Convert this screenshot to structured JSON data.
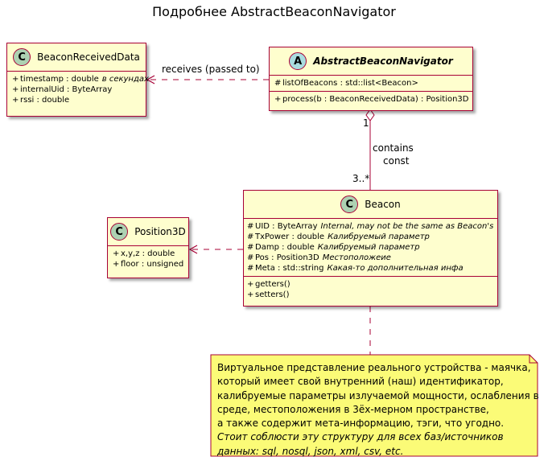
{
  "title": "Подробнее AbstractBeaconNavigator",
  "colors": {
    "class_fill": "#FEFECE",
    "class_border": "#A80036",
    "class_icon_c": "#ADD1B2",
    "class_icon_a": "#A9DCDF",
    "note_fill": "#FBFB77"
  },
  "classes": {
    "beacon_received_data": {
      "stereotype": "C",
      "name": "BeaconReceivedData",
      "fields": [
        {
          "vis": "+",
          "text": "timestamp : double",
          "comment": "в секундах"
        },
        {
          "vis": "+",
          "text": "internalUid : ByteArray",
          "comment": ""
        },
        {
          "vis": "+",
          "text": "rssi : double",
          "comment": ""
        }
      ]
    },
    "abstract_beacon_navigator": {
      "stereotype": "A",
      "name": "AbstractBeaconNavigator",
      "fields": [
        {
          "vis": "#",
          "text": "listOfBeacons : std::list<Beacon>",
          "comment": ""
        }
      ],
      "methods": [
        {
          "vis": "+",
          "text": "process(b : BeaconReceivedData) : Position3D",
          "comment": ""
        }
      ]
    },
    "beacon": {
      "stereotype": "C",
      "name": "Beacon",
      "fields": [
        {
          "vis": "#",
          "text": "UID : ByteArray",
          "comment": "Internal, may not be the same as Beacon's"
        },
        {
          "vis": "#",
          "text": "TxPower : double",
          "comment": "Калибруемый параметр"
        },
        {
          "vis": "#",
          "text": "Damp : double",
          "comment": "Калибруемый параметр"
        },
        {
          "vis": "#",
          "text": "Pos : Position3D",
          "comment": "Местоположеие"
        },
        {
          "vis": "#",
          "text": "Meta : std::string",
          "comment": "Какая-то дополнительная инфа"
        }
      ],
      "methods": [
        {
          "vis": "+",
          "text": "getters()",
          "comment": ""
        },
        {
          "vis": "+",
          "text": "setters()",
          "comment": ""
        }
      ]
    },
    "position3d": {
      "stereotype": "C",
      "name": "Position3D",
      "fields": [
        {
          "vis": "+",
          "text": "x,y,z : double",
          "comment": ""
        },
        {
          "vis": "+",
          "text": "floor : unsigned",
          "comment": ""
        }
      ]
    }
  },
  "relations": {
    "receives": "receives (passed to)",
    "contains_line1": "contains",
    "contains_line2": "const",
    "mult_top": "1",
    "mult_bottom": "3..*"
  },
  "note": {
    "lines": [
      "Виртуальное представление реального устройства - маячка,",
      "который имеет свой внутренний (наш) идентификатор,",
      "калибруемые параметры излучаемой мощности, ослабления в",
      "среде, местоположения в 3ёх-мерном пространстве,",
      "а также содержит мета-информацию, тэги, что угодно."
    ],
    "italic_lines": [
      "Стоит соблюсти эту структуру для всех баз/источников",
      "данных: sql, nosql, json, xml, csv, etc."
    ]
  }
}
